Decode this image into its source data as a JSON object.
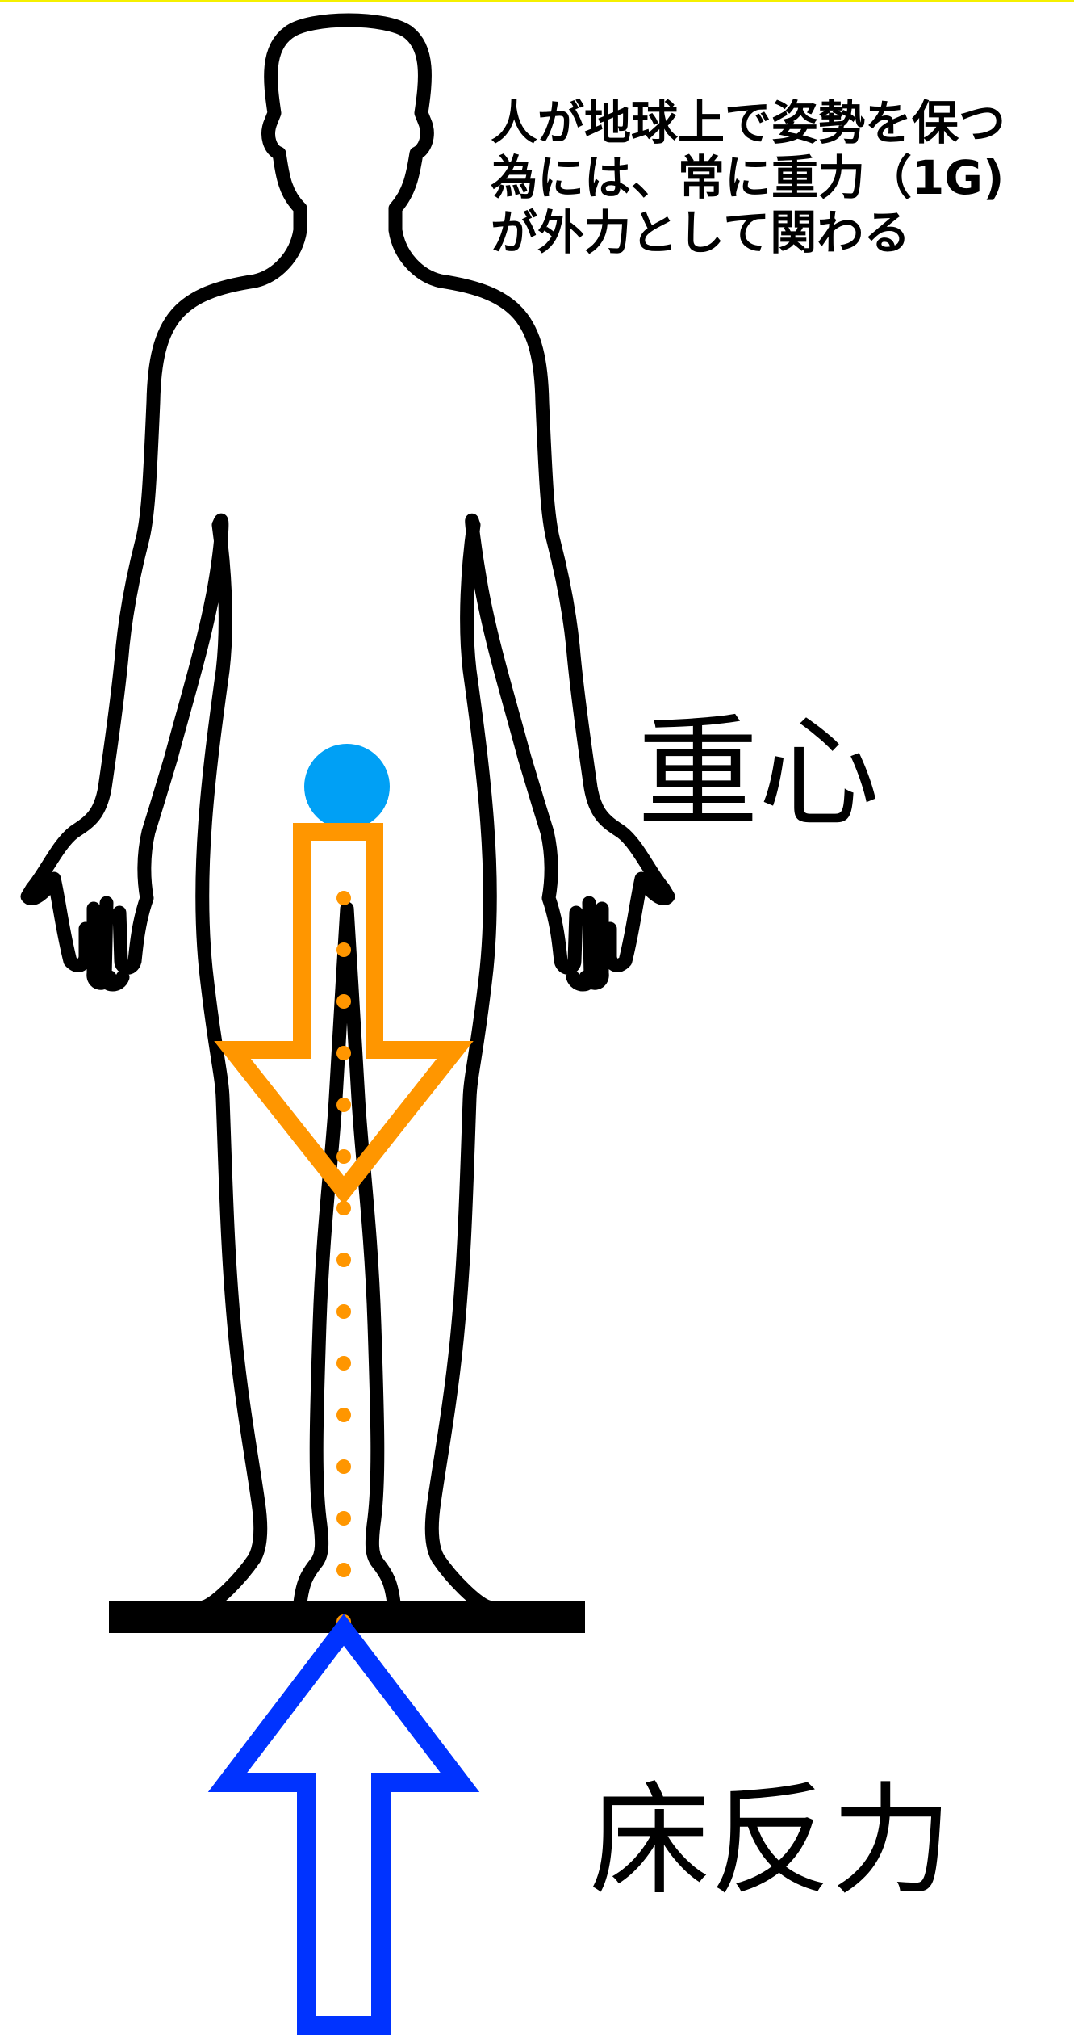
{
  "caption": {
    "lines": [
      "人が地球上で姿勢を保つ",
      "為には、常に重力（1G)",
      "が外力として関わる"
    ]
  },
  "labels": {
    "center_of_gravity": "重心",
    "ground_reaction_force": "床反力"
  },
  "colors": {
    "top_rule": "#f5f000",
    "body_outline": "#000000",
    "floor": "#000000",
    "center_of_gravity_dot": "#00a0f5",
    "gravity_arrow": "#ff9600",
    "gravity_line_dots": "#ff9600",
    "ground_reaction_arrow": "#0033ff"
  }
}
